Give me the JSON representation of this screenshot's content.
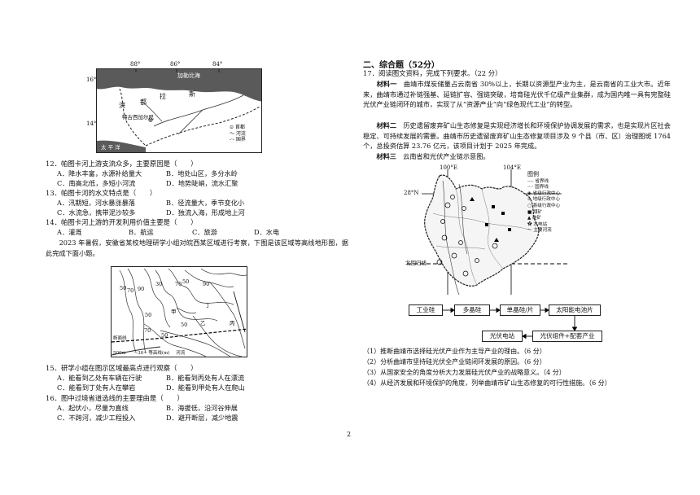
{
  "page_number": "2",
  "left": {
    "map1": {
      "longitudes": [
        "88°",
        "86°",
        "84°"
      ],
      "latitudes": [
        "16°",
        "14°"
      ],
      "labels": [
        "加勒比海",
        "洪",
        "都",
        "拉",
        "斯",
        "特古西加尔巴",
        "太 平 洋"
      ],
      "legend": [
        "首都",
        "河流",
        "国界"
      ]
    },
    "q12": {
      "stem": "12．帕图卡河上游支流众多，主要原因是（　　）",
      "A": "A．降水丰富，水源补给量大",
      "B": "B．地处山区，多分水岭",
      "C": "C．南高北低，多短小河流",
      "D": "D．地势陡峭，流水汇聚"
    },
    "q13": {
      "stem": "13．帕图卡河的水文特点是（　　）",
      "A": "A．汛期短，河水暴涨暴落",
      "B": "B．径流量大，季节变化小",
      "C": "C．水流急，携带泥沙较多",
      "D": "D．独流入海，形成地上河"
    },
    "q14": {
      "stem": "14．帕图卡河上游的开发利用价值主要是（　　）",
      "A": "A．灌溉",
      "B": "B．航运",
      "C": "C．旅游",
      "D": "D．水电"
    },
    "intro2": "　　2023 年暑假，安徽省某校地理研学小组对皖西某区域进行考察，下图是该区域等高线地形图，据此完成下面小题。",
    "map2": {
      "numbers": [
        "50",
        "70",
        "90",
        "30",
        "70",
        "50",
        "90",
        "50",
        "70",
        "50",
        "50"
      ],
      "labels": [
        "甲",
        "乙",
        "丙",
        "丁"
      ],
      "legend": [
        "断面线",
        "500m",
        "~30~ 等高线(m)",
        "河流"
      ]
    },
    "q15": {
      "stem": "15．研学小组在图示区域最高点进行观察（　　）",
      "A": "A．能看到乙处有车辆在行驶",
      "B": "B．能看到丙处有人在漂流",
      "C": "C．能看到丁处有人在攀岩",
      "D": "D．能看到甲处有人在爬山"
    },
    "q16": {
      "stem": "16．图中过境省道选线的主要理由是（　　）",
      "A": "A．起伏小，尽量为直线",
      "B": "B．海拔低，沿河谷伸展",
      "C": "C．不跨河，减少工程投入",
      "D": "D．避开断层，减少地震"
    }
  },
  "right": {
    "section_title": "二、综合题（52分）",
    "q17_stem": "17．阅读图文资料，完成下列要求。（22 分）",
    "m1_label": "材料一",
    "m1_text": "曲靖市煤炭储量占云南省 30%以上，长期以资源型产业为主，是云南省的工业大市。近年来，曲靖市通过补链强基、延链扩容、强链突破，培育硅光伏千亿级产业集群，成为国内唯一具有完整硅光伏产业链闭环的城市，实现了从“资源产业”向“绿色现代工业”的转型。",
    "m2_label": "材料二",
    "m2_text": "历史遗留废弃矿山生态修复是实现经济增长和环境保护协调发展的需求，也是实现片区社会稳定、可持续发展的需要。曲靖市历史遗留废弃矿山生态修复项目涉及 9 个县（市、区）治理图斑 1764 个，总投资估算 23.76 亿元，该项目计划于 2025 年完成。",
    "m3_label": "材料三",
    "m3_text": "云南省和光伏产业链示意图。",
    "map3": {
      "lon_labels": [
        "100°E",
        "104°E"
      ],
      "lat_label": "28°N",
      "tropic_label": "北回归线",
      "legend_title": "图例",
      "legend": [
        "省界线",
        "国界线",
        "省级行政中心",
        "地级行政中心",
        "县级行政中心",
        "煤矿",
        "硅矿",
        "水电站",
        "主要河流"
      ]
    },
    "flow": [
      "工业硅",
      "多晶硅",
      "单晶硅/片",
      "太阳能电池片",
      "光伏组件+配套产业",
      "光伏电站"
    ],
    "subqs": [
      "（1）推断曲靖市选择硅光伏产业作为主导产业的理由。（6 分）",
      "（2）分析曲靖市坚持硅光伏全产业链闭环发展的原因。（6 分）",
      "（3）从国家安全的角度分析大力发展硅光伏产业的战略意义。（4 分）",
      "（4）从经济发展和环境保护的角度，列举曲靖市矿山生态修复的可行性措施。（6 分）"
    ]
  }
}
